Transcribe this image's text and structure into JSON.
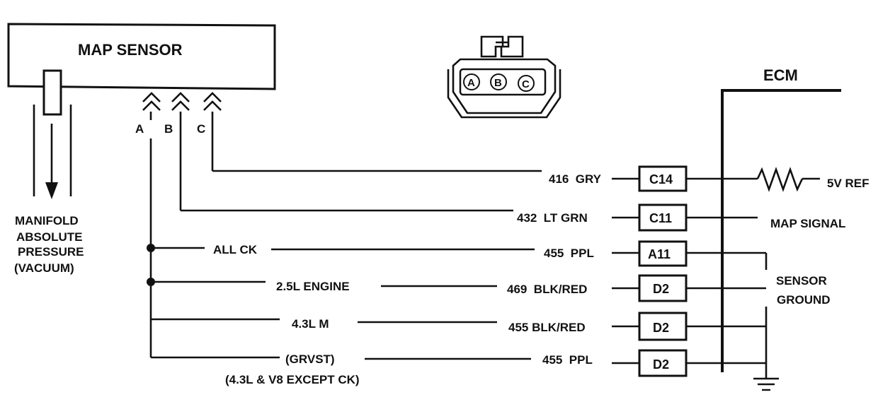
{
  "sensor": {
    "title": "MAP SENSOR",
    "vacuum_label": [
      "MANIFOLD",
      "ABSOLUTE",
      "PRESSURE",
      "(VACUUM)"
    ],
    "pins": [
      "A",
      "B",
      "C"
    ]
  },
  "connector_view": {
    "pins": [
      "A",
      "B",
      "C"
    ]
  },
  "ecm": {
    "title": "ECM"
  },
  "wires": [
    {
      "circuit": "416  GRY",
      "terminal": "C14",
      "function": "5V REF"
    },
    {
      "circuit": "432  LT GRN",
      "terminal": "C11",
      "function": "MAP SIGNAL"
    },
    {
      "circuit": "455  PPL",
      "terminal": "A11",
      "note": "ALL CK"
    },
    {
      "circuit": "469  BLK/RED",
      "terminal": "D2",
      "note": "2.5L ENGINE"
    },
    {
      "circuit": "455 BLK/RED",
      "terminal": "D2",
      "note": "4.3L M"
    },
    {
      "circuit": "455  PPL",
      "terminal": "D2",
      "note": "(GRVST)",
      "note2": "(4.3L & V8 EXCEPT CK)"
    }
  ],
  "ground_label": [
    "SENSOR",
    "GROUND"
  ]
}
